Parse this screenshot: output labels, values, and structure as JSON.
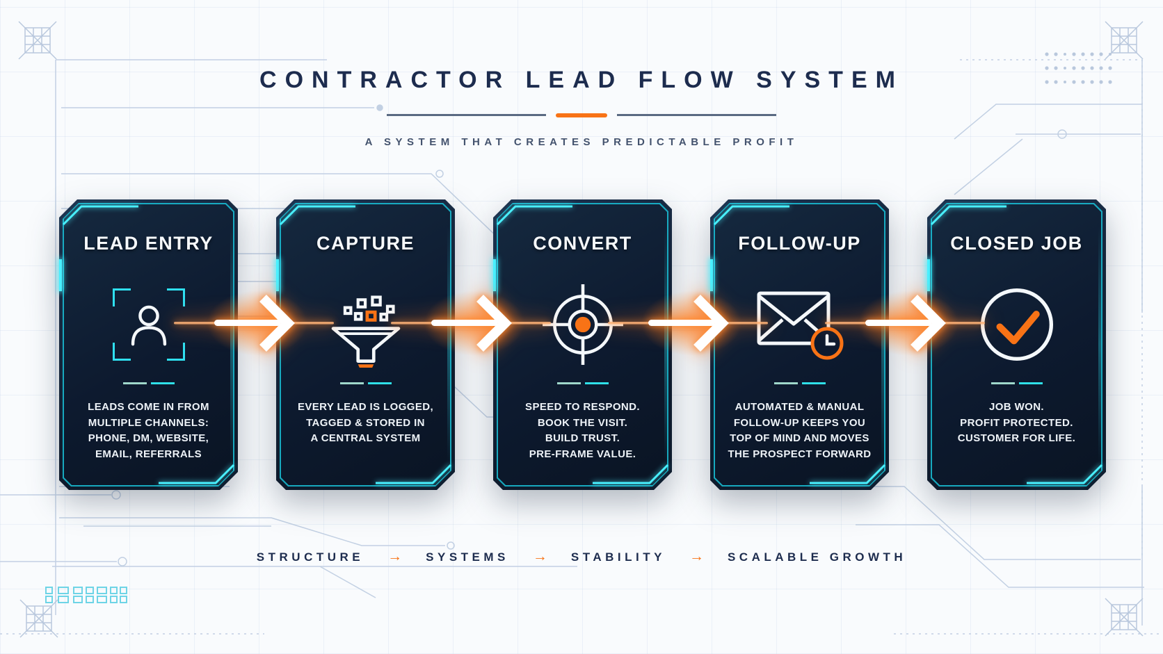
{
  "header": {
    "title": "CONTRACTOR LEAD FLOW SYSTEM",
    "subtitle": "A SYSTEM THAT CREATES PREDICTABLE PROFIT"
  },
  "cards": [
    {
      "title": "LEAD ENTRY",
      "icon": "lead-profile-icon",
      "body": "LEADS COME IN FROM\nMULTIPLE CHANNELS:\nPHONE, DM, WEBSITE,\nEMAIL, REFERRALS"
    },
    {
      "title": "CAPTURE",
      "icon": "funnel-icon",
      "body": "EVERY LEAD IS LOGGED,\nTAGGED & STORED IN\nA CENTRAL SYSTEM"
    },
    {
      "title": "CONVERT",
      "icon": "target-icon",
      "body": "SPEED TO RESPOND.\nBOOK THE VISIT.\nBUILD TRUST.\nPRE-FRAME VALUE."
    },
    {
      "title": "FOLLOW-UP",
      "icon": "envelope-clock-icon",
      "body": "AUTOMATED & MANUAL\nFOLLOW-UP KEEPS YOU\nTOP OF MIND AND MOVES\nTHE PROSPECT FORWARD"
    },
    {
      "title": "CLOSED JOB",
      "icon": "check-circle-icon",
      "body": "JOB WON.\nPROFIT PROTECTED.\nCUSTOMER FOR LIFE."
    }
  ],
  "footer": {
    "items": [
      "STRUCTURE",
      "SYSTEMS",
      "STABILITY",
      "SCALABLE GROWTH"
    ],
    "separator": "→"
  },
  "colors": {
    "accent_orange": "#f87316",
    "accent_cyan": "#2fe0f0",
    "navy_text": "#1d2c4e",
    "card_background": "#0d1a2f"
  }
}
